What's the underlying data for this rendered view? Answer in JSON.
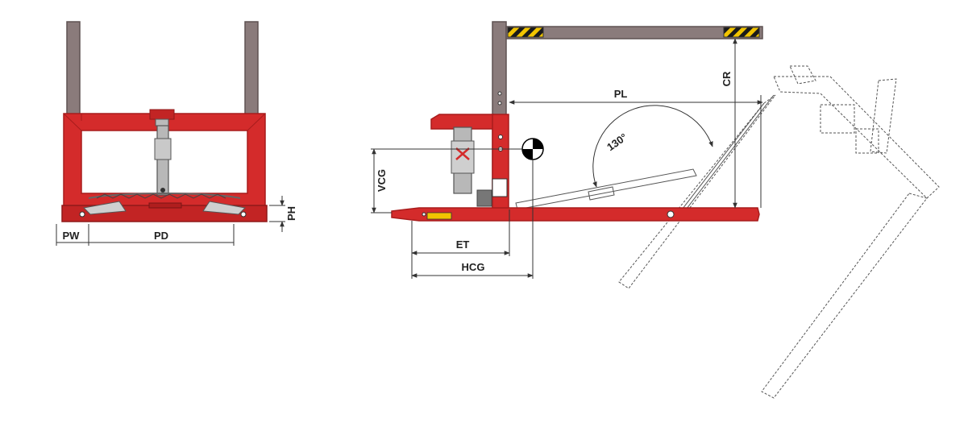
{
  "labels": {
    "pw": "PW",
    "pd": "PD",
    "ph": "PH",
    "vcg": "VCG",
    "et": "ET",
    "hcg": "HCG",
    "pl": "PL",
    "cr": "CR",
    "angle": "130°"
  },
  "colors": {
    "frame": "#d42b2b",
    "frame_dark": "#a81c1c",
    "mast": "#8a7b7b",
    "mast_dark": "#5e5252",
    "cylinder": "#b8b8b8",
    "hazard_yellow": "#f2c400",
    "hazard_black": "#1a1a1a",
    "dimension_line": "#333333",
    "ghost_outline": "#555555"
  },
  "icons": {
    "center_of_gravity": "center-of-gravity-icon",
    "warning_label": "warning-sticker-icon"
  }
}
